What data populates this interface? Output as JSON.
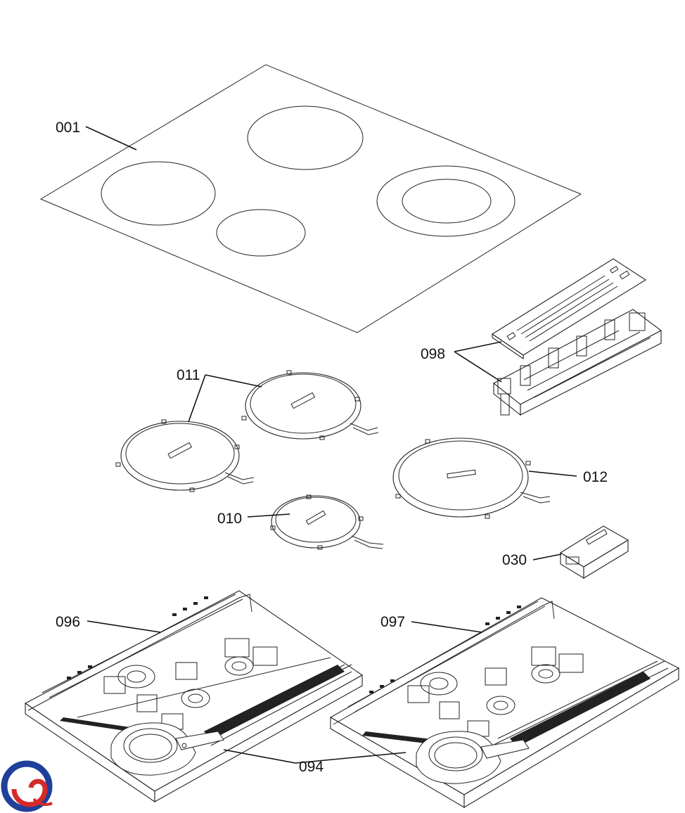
{
  "labels": {
    "l001": "001",
    "l098": "098",
    "l011": "011",
    "l012": "012",
    "l010": "010",
    "l030": "030",
    "l096": "096",
    "l097": "097",
    "l094": "094"
  },
  "logo": {
    "colors": {
      "blue": "#1f3f9a",
      "red": "#d42a2a"
    }
  }
}
